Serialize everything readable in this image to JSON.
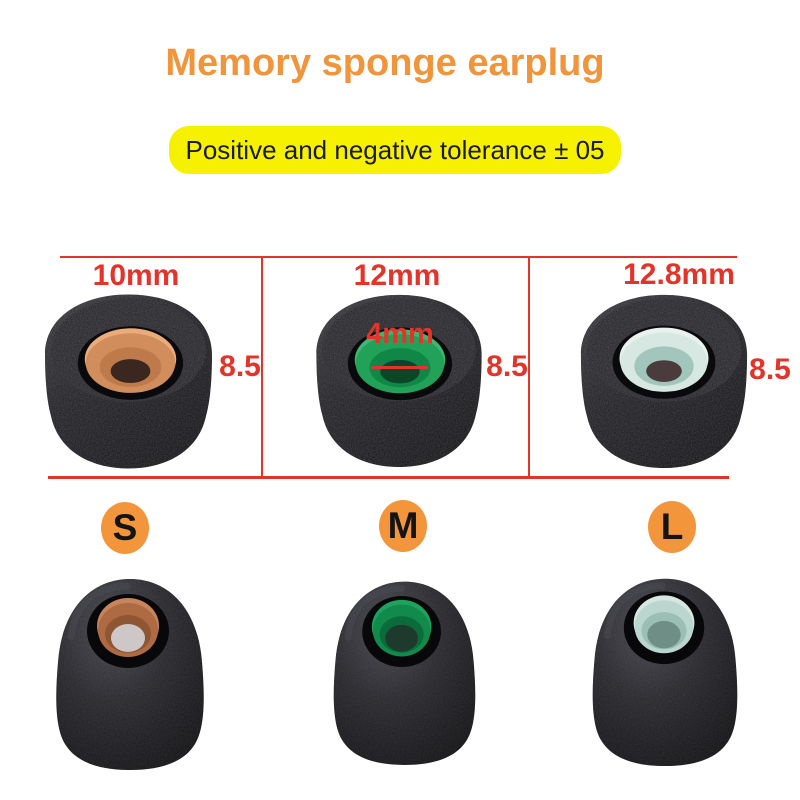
{
  "header": {
    "title": "Memory sponge earplug",
    "tolerance": "Positive and negative tolerance ± 05"
  },
  "colors": {
    "title_orange": "#F0953C",
    "highlight_yellow": "#F5F101",
    "annotation_red": "#E3342A",
    "badge_orange": "#F3953A",
    "badge_text": "#141414",
    "foam_black": "#1D1D21"
  },
  "spec": {
    "inner_diameter": "4mm",
    "columns": [
      {
        "outer_diameter": "10mm",
        "height": "8.5",
        "size": "S"
      },
      {
        "outer_diameter": "12mm",
        "height": "8.5",
        "size": "M"
      },
      {
        "outer_diameter": "12.8mm",
        "height": "8.5",
        "size": "L"
      }
    ]
  },
  "plugs": {
    "top": [
      {
        "rim": "#EBAC7B",
        "ring": "#D28D5C",
        "funnel": "#BE7A4B",
        "hole": "#3A2820"
      },
      {
        "rim": "#3FB573",
        "ring": "#22A158",
        "funnel": "#118747",
        "hole": "#0C4527"
      },
      {
        "rim": "#E8F1ED",
        "ring": "#D7E7E1",
        "funnel": "#A3C6BC",
        "hole": "#4A3B3C"
      }
    ],
    "bottom": [
      {
        "rim": "#C8845B",
        "ring": "#AE6B43",
        "funnel": "#8F5634",
        "hole": "#CDC7C8"
      },
      {
        "rim": "#1DA35D",
        "ring": "#118A4C",
        "funnel": "#0C6B3A",
        "hole": "#1E3A2C"
      },
      {
        "rim": "#D6E7E1",
        "ring": "#BAD6CE",
        "funnel": "#9CBFB5",
        "hole": "#6E8E86"
      }
    ]
  }
}
